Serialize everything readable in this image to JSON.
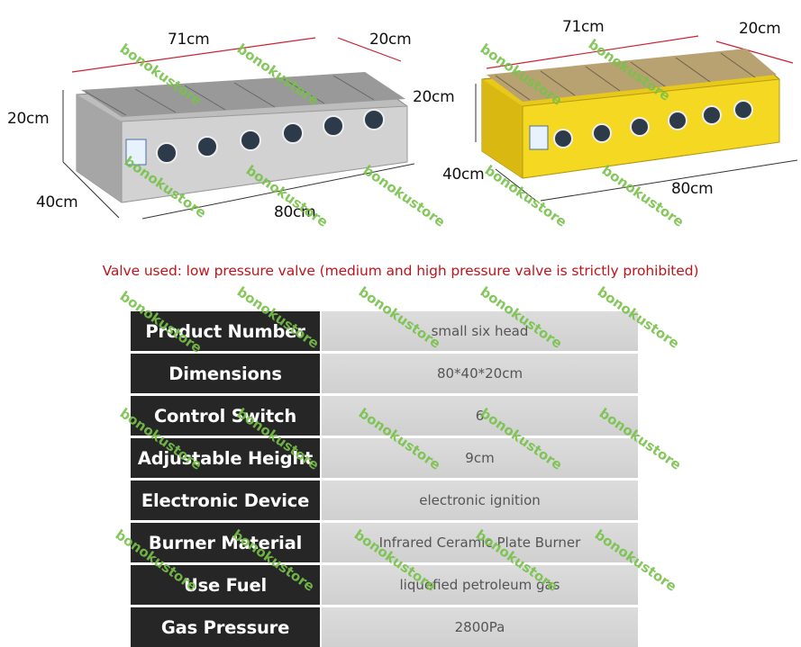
{
  "left_diagram": {
    "length": "71cm",
    "depth_top": "20cm",
    "height": "20cm",
    "depth": "40cm",
    "width": "80cm"
  },
  "right_diagram": {
    "length": "71cm",
    "depth_top": "20cm",
    "height": "20cm",
    "depth": "40cm",
    "width": "80cm"
  },
  "warning": "Valve used: low pressure valve (medium and high pressure valve is strictly prohibited)",
  "specs": [
    {
      "label": "Product Number",
      "value": "small six head"
    },
    {
      "label": "Dimensions",
      "value": "80*40*20cm"
    },
    {
      "label": "Control Switch",
      "value": "6"
    },
    {
      "label": "Adjustable Height",
      "value": "9cm"
    },
    {
      "label": "Electronic Device",
      "value": "electronic ignition"
    },
    {
      "label": "Burner Material",
      "value": "Infrared Ceramic Plate Burner"
    },
    {
      "label": "Use Fuel",
      "value": "liquefied petroleum gas"
    },
    {
      "label": "Gas Pressure",
      "value": "2800Pa"
    }
  ],
  "watermark": "bonokustore",
  "colors": {
    "warning": "#c0141b",
    "label_bg": "#262626",
    "value_bg": "#d4d4d4",
    "watermark": "#77c24a",
    "steel": "#c8c8c8",
    "yellow": "#f2d21c"
  }
}
